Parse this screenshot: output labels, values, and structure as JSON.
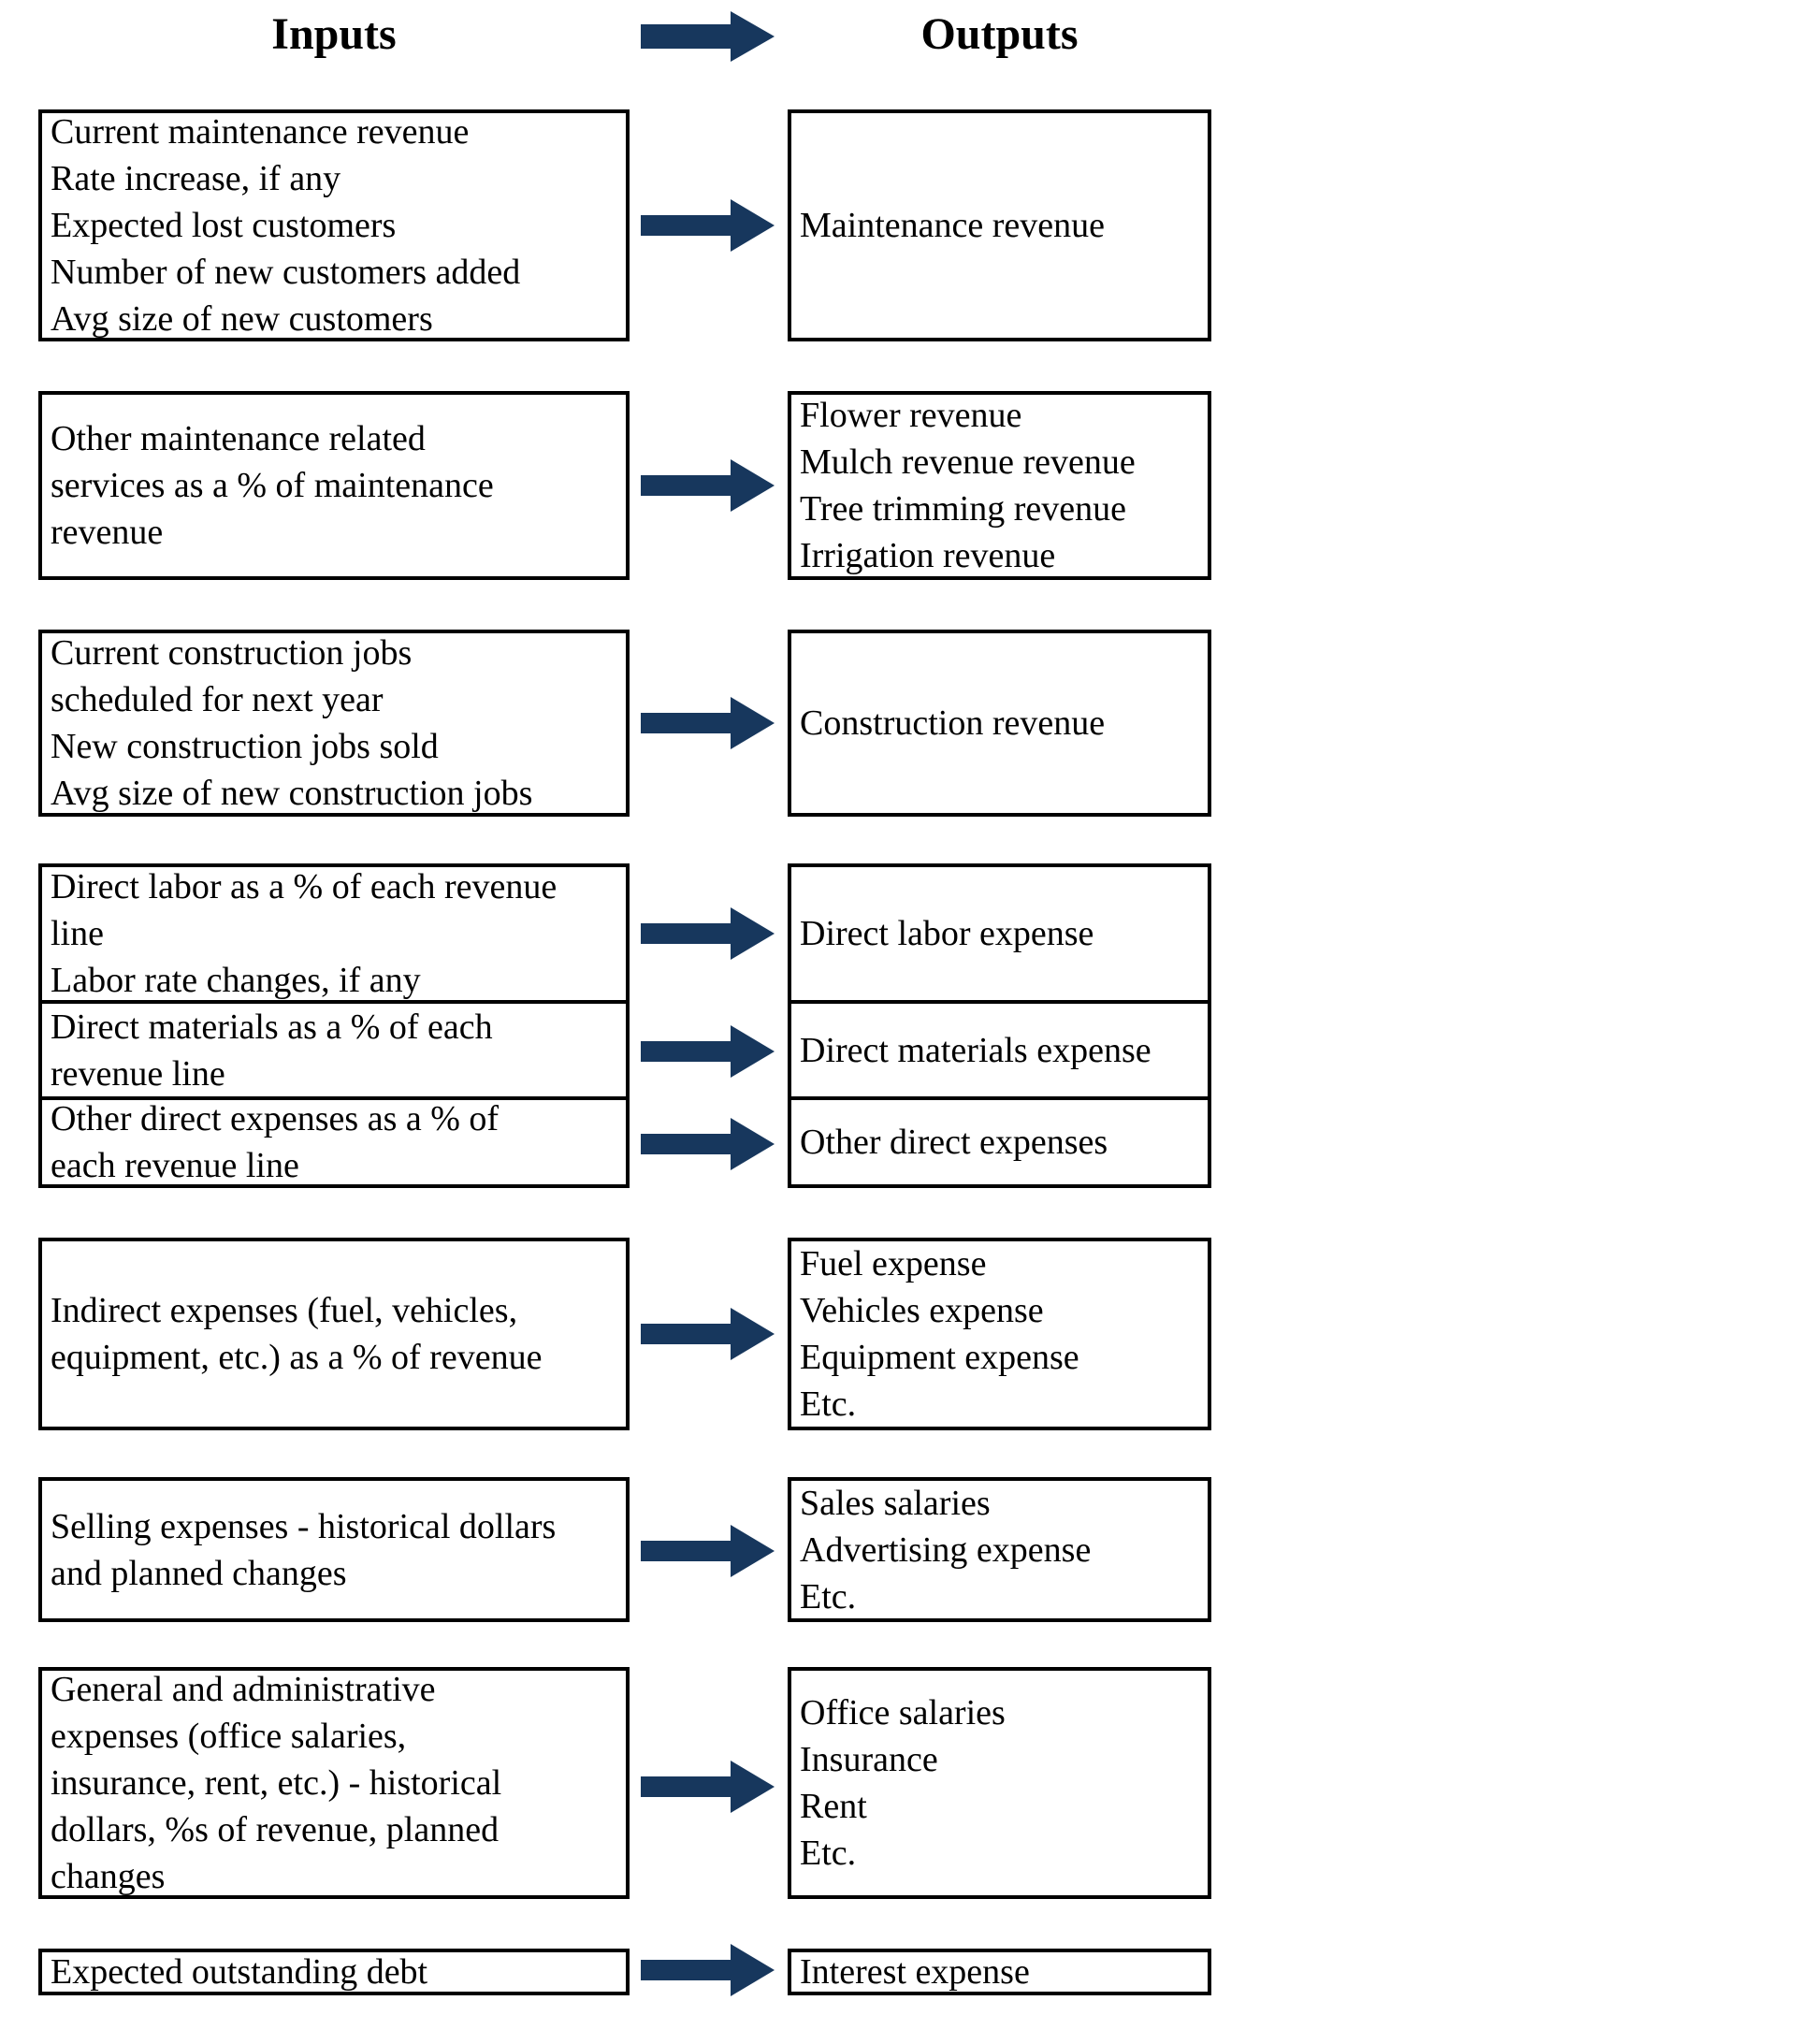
{
  "header": {
    "inputs_label": "Inputs",
    "outputs_label": "Outputs"
  },
  "colors": {
    "arrow": "#17375D",
    "box_border": "#000000",
    "text": "#000000",
    "background": "#FFFFFF"
  },
  "rows": [
    {
      "id": "maintenance-revenue",
      "input_lines": [
        "Current maintenance revenue",
        "Rate increase, if any",
        "Expected lost customers",
        "Number of new customers added",
        "Avg size of new customers"
      ],
      "output_lines": [
        "Maintenance revenue"
      ]
    },
    {
      "id": "other-maintenance-services",
      "input_lines": [
        "Other maintenance related",
        "services as a % of maintenance",
        "revenue"
      ],
      "output_lines": [
        "Flower revenue",
        "Mulch revenue revenue",
        "Tree trimming revenue",
        "Irrigation revenue"
      ]
    },
    {
      "id": "construction-revenue",
      "input_lines": [
        "Current construction jobs",
        "scheduled for next year",
        "New construction jobs sold",
        "Avg size of new construction jobs"
      ],
      "output_lines": [
        "Construction revenue"
      ]
    },
    {
      "id": "direct-labor",
      "input_lines": [
        "Direct labor as a % of each revenue",
        "line",
        "Labor rate changes, if any"
      ],
      "output_lines": [
        "Direct labor expense"
      ]
    },
    {
      "id": "direct-materials",
      "input_lines": [
        "Direct materials as a % of each",
        "revenue line"
      ],
      "output_lines": [
        "Direct materials expense"
      ]
    },
    {
      "id": "other-direct-expenses",
      "input_lines": [
        "Other direct expenses as a % of",
        "each revenue line"
      ],
      "output_lines": [
        "Other direct expenses"
      ]
    },
    {
      "id": "indirect-expenses",
      "input_lines": [
        "Indirect expenses (fuel, vehicles,",
        "equipment, etc.) as a % of revenue"
      ],
      "output_lines": [
        "Fuel expense",
        "Vehicles expense",
        "Equipment expense",
        "Etc."
      ]
    },
    {
      "id": "selling-expenses",
      "input_lines": [
        "Selling expenses - historical dollars",
        "and planned changes"
      ],
      "output_lines": [
        "Sales salaries",
        "Advertising expense",
        "Etc."
      ]
    },
    {
      "id": "general-administrative",
      "input_lines": [
        "General and administrative",
        "expenses (office salaries,",
        "insurance, rent, etc.) - historical",
        "dollars, %s of revenue, planned",
        "changes"
      ],
      "output_lines": [
        "Office salaries",
        "Insurance",
        "Rent",
        "Etc."
      ]
    },
    {
      "id": "debt-interest",
      "input_lines": [
        "Expected outstanding debt"
      ],
      "output_lines": [
        "Interest expense"
      ]
    }
  ]
}
